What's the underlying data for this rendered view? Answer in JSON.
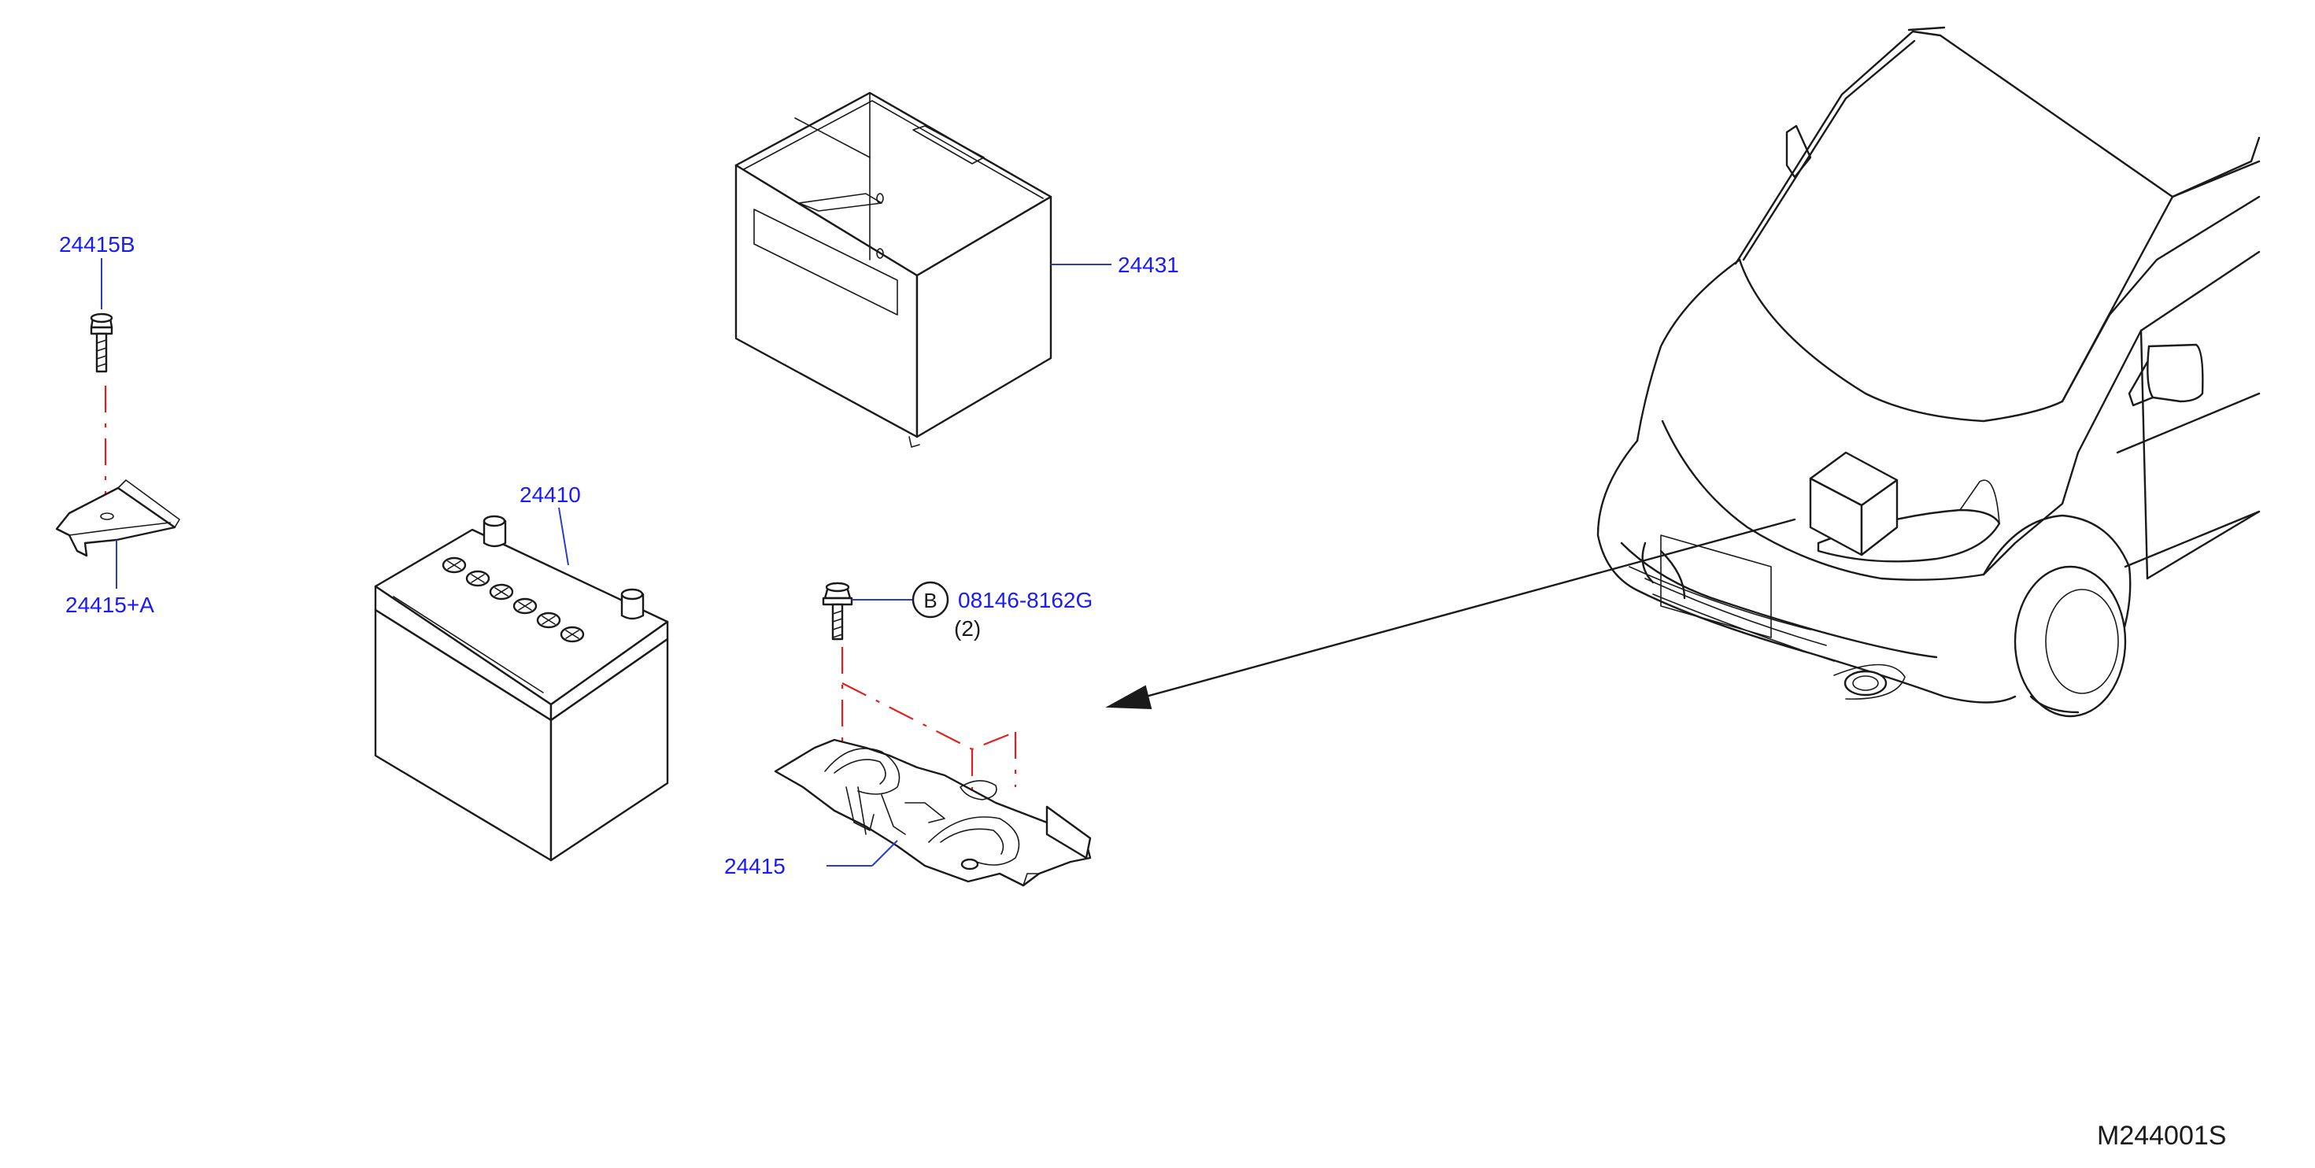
{
  "labels": {
    "bolt_top": "24415B",
    "clamp": "24415+A",
    "battery": "24410",
    "battery_cover": "24431",
    "tray": "24415",
    "bolt_ref_letter": "B",
    "bolt_part": "08146-8162G",
    "bolt_qty": "(2)"
  },
  "diagram_code": "M244001S",
  "colors": {
    "label": "#1a1aff",
    "leader": "#2a3fbf",
    "dashed_assembly_line": "#e02020",
    "linework": "#1a1a1a"
  }
}
